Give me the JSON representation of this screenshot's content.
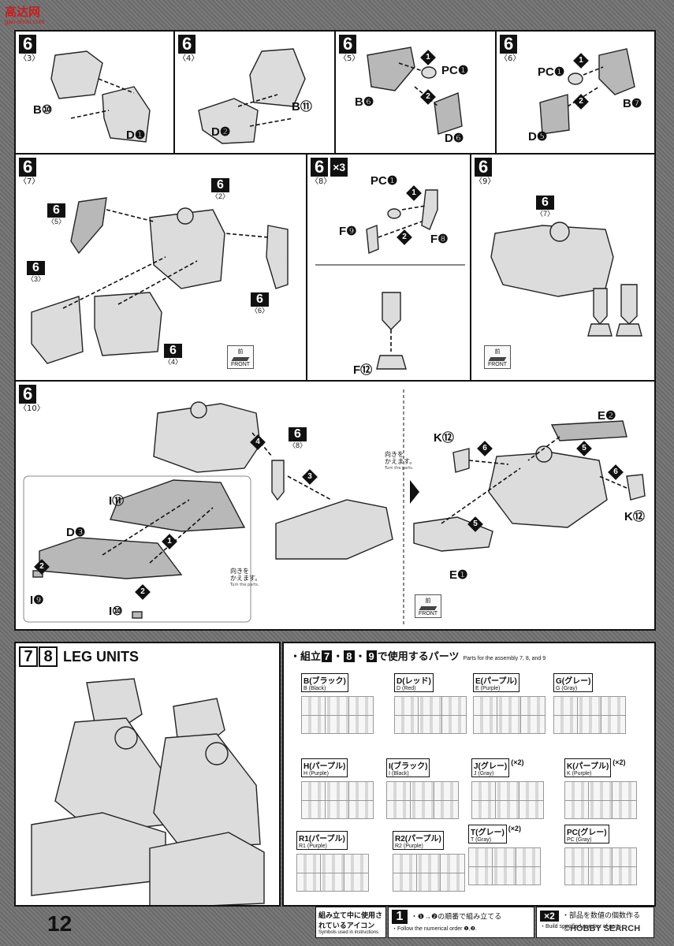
{
  "watermark": {
    "site": "高达网",
    "url": "gao-shou.com"
  },
  "page_number": "12",
  "steps": [
    {
      "num": "6",
      "sub": "〈3〉",
      "labels": [
        "B⑩",
        "D❶"
      ]
    },
    {
      "num": "6",
      "sub": "〈4〉",
      "labels": [
        "B⑪",
        "D❷"
      ]
    },
    {
      "num": "6",
      "sub": "〈5〉",
      "labels": [
        "PC❶",
        "B❻",
        "D❻"
      ]
    },
    {
      "num": "6",
      "sub": "〈6〉",
      "labels": [
        "PC❶",
        "B❼",
        "D❺"
      ]
    },
    {
      "num": "6",
      "sub": "〈7〉",
      "refs": [
        {
          "n": "6",
          "s": "〈2〉"
        },
        {
          "n": "6",
          "s": "〈5〉"
        },
        {
          "n": "6",
          "s": "〈3〉"
        },
        {
          "n": "6",
          "s": "〈6〉"
        },
        {
          "n": "6",
          "s": "〈4〉"
        }
      ]
    },
    {
      "num": "6",
      "sub": "〈8〉",
      "qty": "×3",
      "labels": [
        "PC❶",
        "F❾",
        "F❽",
        "F⑫"
      ]
    },
    {
      "num": "6",
      "sub": "〈9〉",
      "refs": [
        {
          "n": "6",
          "s": "〈7〉"
        }
      ]
    },
    {
      "num": "6",
      "sub": "〈10〉",
      "refs": [
        {
          "n": "6",
          "s": "〈8〉"
        }
      ],
      "labels": [
        "I⑪",
        "D❸",
        "I❾",
        "I⑩",
        "K⑫",
        "E❷",
        "K⑫",
        "E❶"
      ]
    }
  ],
  "front": {
    "jp": "前",
    "en": "FRONT"
  },
  "turn_note": {
    "jp": "向きを\nかえます。",
    "en": "Turn the parts."
  },
  "leg": {
    "box1": "7",
    "box2": "8",
    "title": "LEG UNITS"
  },
  "parts": {
    "heading_pre": "・組立",
    "k1": "7",
    "k2": "8",
    "k3": "9",
    "heading_post": "で使用するパーツ",
    "heading_en": "Parts for the assembly 7, 8, and 9",
    "runners": [
      {
        "jp": "B(ブラック)",
        "en": "B (Black)",
        "qty": ""
      },
      {
        "jp": "D(レッド)",
        "en": "D (Red)",
        "qty": ""
      },
      {
        "jp": "E(パープル)",
        "en": "E (Purple)",
        "qty": ""
      },
      {
        "jp": "G(グレー)",
        "en": "G (Gray)",
        "qty": ""
      },
      {
        "jp": "H(パープル)",
        "en": "H (Purple)",
        "qty": ""
      },
      {
        "jp": "I(ブラック)",
        "en": "I (Black)",
        "qty": ""
      },
      {
        "jp": "J(グレー)",
        "en": "J (Gray)",
        "qty": "(×2)"
      },
      {
        "jp": "K(パープル)",
        "en": "K (Purple)",
        "qty": "(×2)"
      },
      {
        "jp": "R1(パープル)",
        "en": "R1 (Purple)",
        "qty": ""
      },
      {
        "jp": "R2(パープル)",
        "en": "R2 (Purple)",
        "qty": ""
      },
      {
        "jp": "T(グレー)",
        "en": "T (Gray)",
        "qty": "(×2)"
      },
      {
        "jp": "PC(グレー)",
        "en": "PC (Gray)",
        "qty": ""
      }
    ]
  },
  "footer": {
    "icons_jp": "組み立て中に使用されているアイコン",
    "icons_en": "Symbols used in instructions",
    "order_num": "1",
    "order_jp": "・❶→❷の順番で組み立てる",
    "order_en": "・Follow the numerical order ❶,❷.",
    "count_num": "×2",
    "count_jp": "・部品を数値の個数作る",
    "count_en": "・Build specified number of parts."
  },
  "logo": "©HOBBY SEARCH"
}
